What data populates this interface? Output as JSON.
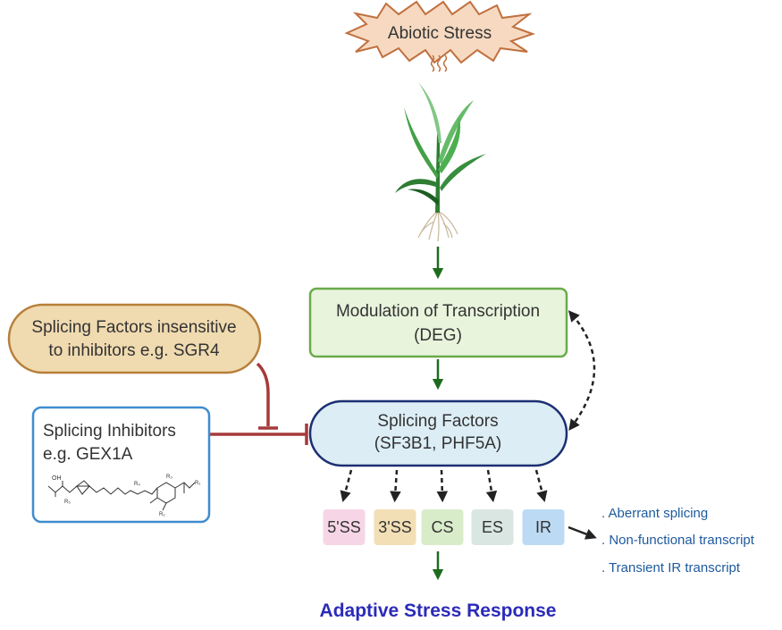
{
  "stress": {
    "label": "Abiotic Stress"
  },
  "nodes": {
    "modulation": {
      "line1": "Modulation of Transcription",
      "line2": "(DEG)"
    },
    "splicing_factors": {
      "line1": "Splicing Factors",
      "line2": "(SF3B1, PHF5A)"
    },
    "insensitive": {
      "line1": "Splicing Factors insensitive",
      "line2": "to inhibitors e.g. SGR4"
    },
    "inhibitors": {
      "line1": "Splicing Inhibitors",
      "line2": "e.g. GEX1A"
    }
  },
  "chemical_labels": {
    "oh": "OH",
    "r1": "R₁",
    "r2": "R₂",
    "r3": "R₃",
    "r4": "R₄",
    "r5": "R₅"
  },
  "events": [
    "5'SS",
    "3'SS",
    "CS",
    "ES",
    "IR"
  ],
  "event_colors": [
    "#f6d6e6",
    "#f3dfb5",
    "#d9ecc9",
    "#d9e6e1",
    "#bcdaf3"
  ],
  "outcomes": [
    ". Aberrant splicing",
    ". Non-functional transcript",
    ". Transient IR transcript"
  ],
  "response": {
    "label": "Adaptive Stress Response"
  },
  "colors": {
    "green_arrow": "#1e6b1e",
    "inhibit": "#a63a3a",
    "modulation_fill": "#e8f4dc",
    "modulation_border": "#6aab4c",
    "splicing_fill": "#dcedf5",
    "splicing_border": "#1c2f72",
    "insensitive_fill": "#f0dab0",
    "insensitive_border": "#b77f3a",
    "inhibitors_border": "#3f8ccf",
    "outcome_text": "#1d5a9e",
    "response_text": "#2b2bb8",
    "stress_fill": "#f6d9c0",
    "stress_border": "#c0703e"
  }
}
